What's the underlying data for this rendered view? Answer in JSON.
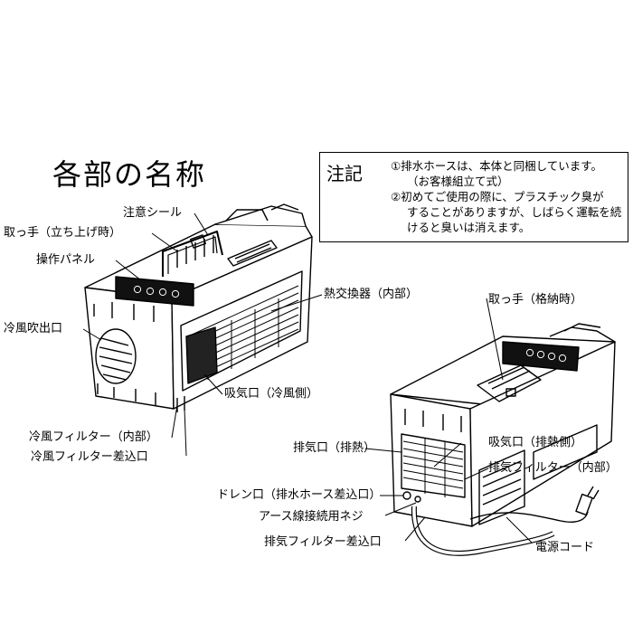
{
  "title": "各部の名称",
  "notes": {
    "heading": "注記",
    "lines": [
      "①排水ホースは、本体と同梱しています。",
      "（お客様組立て式）",
      "②初めてご使用の際に、プラスチック臭が",
      "することがありますが、しばらく運転を続",
      "けると臭いは消えます。"
    ]
  },
  "labels": {
    "caution_seal": "注意シール",
    "handle_up": "取っ手（立ち上げ時）",
    "control_panel": "操作パネル",
    "heat_exchanger": "熱交換器（内部）",
    "cool_air_outlet": "冷風吹出口",
    "intake_cool": "吸気口（冷風側）",
    "cool_filter_inner": "冷風フィルター（内部）",
    "cool_filter_slot": "冷風フィルター差込口",
    "handle_stored": "取っ手（格納時）",
    "exhaust_port": "排気口（排熱）",
    "intake_hot": "吸気口（排熱側）",
    "exhaust_filter_inner": "排気フィルター（内部）",
    "drain_port": "ドレン口（排水ホース差込口）",
    "ground_screw": "アース線接続用ネジ",
    "exhaust_filter_slot": "排気フィルター差込口",
    "power_cord": "電源コード"
  }
}
